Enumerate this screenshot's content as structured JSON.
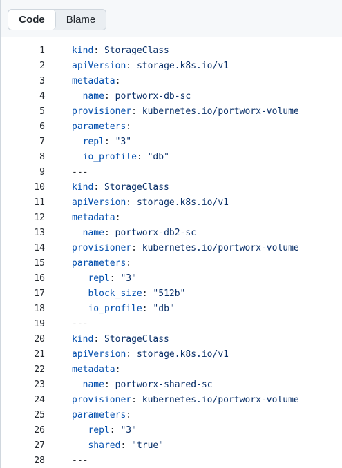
{
  "tabs": {
    "code_label": "Code",
    "blame_label": "Blame"
  },
  "lines": [
    {
      "n": "1",
      "indent": "",
      "key": "kind",
      "sep": ": ",
      "val": "StorageClass"
    },
    {
      "n": "2",
      "indent": "",
      "key": "apiVersion",
      "sep": ": ",
      "val": "storage.k8s.io/v1"
    },
    {
      "n": "3",
      "indent": "",
      "key": "metadata",
      "sep": ":",
      "val": ""
    },
    {
      "n": "4",
      "indent": "  ",
      "key": "name",
      "sep": ": ",
      "val": "portworx-db-sc"
    },
    {
      "n": "5",
      "indent": "",
      "key": "provisioner",
      "sep": ": ",
      "val": "kubernetes.io/portworx-volume"
    },
    {
      "n": "6",
      "indent": "",
      "key": "parameters",
      "sep": ":",
      "val": ""
    },
    {
      "n": "7",
      "indent": "  ",
      "key": "repl",
      "sep": ": ",
      "val": "\"3\""
    },
    {
      "n": "8",
      "indent": "  ",
      "key": "io_profile",
      "sep": ": ",
      "val": "\"db\""
    },
    {
      "n": "9",
      "indent": "",
      "key": "",
      "sep": "",
      "val": "---"
    },
    {
      "n": "10",
      "indent": "",
      "key": "kind",
      "sep": ": ",
      "val": "StorageClass"
    },
    {
      "n": "11",
      "indent": "",
      "key": "apiVersion",
      "sep": ": ",
      "val": "storage.k8s.io/v1"
    },
    {
      "n": "12",
      "indent": "",
      "key": "metadata",
      "sep": ":",
      "val": ""
    },
    {
      "n": "13",
      "indent": "  ",
      "key": "name",
      "sep": ": ",
      "val": "portworx-db2-sc"
    },
    {
      "n": "14",
      "indent": "",
      "key": "provisioner",
      "sep": ": ",
      "val": "kubernetes.io/portworx-volume"
    },
    {
      "n": "15",
      "indent": "",
      "key": "parameters",
      "sep": ":",
      "val": ""
    },
    {
      "n": "16",
      "indent": "   ",
      "key": "repl",
      "sep": ": ",
      "val": "\"3\""
    },
    {
      "n": "17",
      "indent": "   ",
      "key": "block_size",
      "sep": ": ",
      "val": "\"512b\""
    },
    {
      "n": "18",
      "indent": "   ",
      "key": "io_profile",
      "sep": ": ",
      "val": "\"db\""
    },
    {
      "n": "19",
      "indent": "",
      "key": "",
      "sep": "",
      "val": "---"
    },
    {
      "n": "20",
      "indent": "",
      "key": "kind",
      "sep": ": ",
      "val": "StorageClass"
    },
    {
      "n": "21",
      "indent": "",
      "key": "apiVersion",
      "sep": ": ",
      "val": "storage.k8s.io/v1"
    },
    {
      "n": "22",
      "indent": "",
      "key": "metadata",
      "sep": ":",
      "val": ""
    },
    {
      "n": "23",
      "indent": "  ",
      "key": "name",
      "sep": ": ",
      "val": "portworx-shared-sc"
    },
    {
      "n": "24",
      "indent": "",
      "key": "provisioner",
      "sep": ": ",
      "val": "kubernetes.io/portworx-volume"
    },
    {
      "n": "25",
      "indent": "",
      "key": "parameters",
      "sep": ":",
      "val": ""
    },
    {
      "n": "26",
      "indent": "   ",
      "key": "repl",
      "sep": ": ",
      "val": "\"3\""
    },
    {
      "n": "27",
      "indent": "   ",
      "key": "shared",
      "sep": ": ",
      "val": "\"true\""
    },
    {
      "n": "28",
      "indent": "",
      "key": "",
      "sep": "",
      "val": "---"
    }
  ]
}
